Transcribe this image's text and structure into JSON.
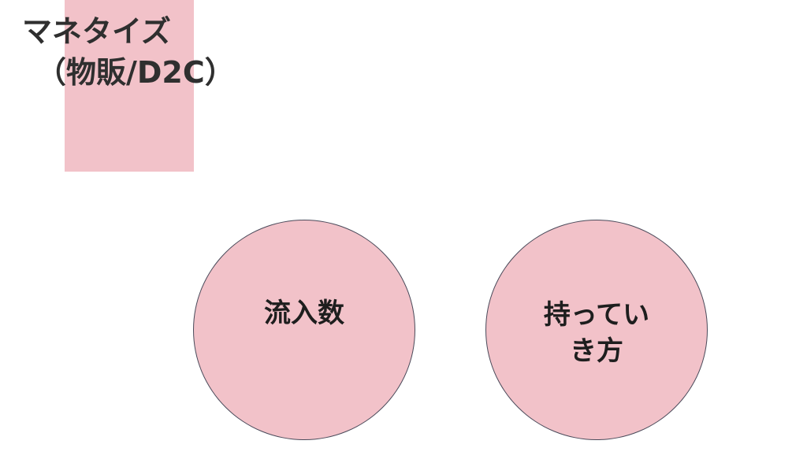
{
  "slide": {
    "title_line1": "マネタイズ",
    "title_line2": "（物販/D2C）",
    "circles": [
      {
        "lines": [
          "流入数"
        ]
      },
      {
        "lines": [
          "持ってい",
          "き方"
        ]
      }
    ],
    "colors": {
      "background": "#ffffff",
      "pink_fill": "#f2c2c9",
      "circle_outline": "#4a4a5a",
      "title_text": "#2f2f2f",
      "label_text": "#1e1e1e"
    }
  }
}
